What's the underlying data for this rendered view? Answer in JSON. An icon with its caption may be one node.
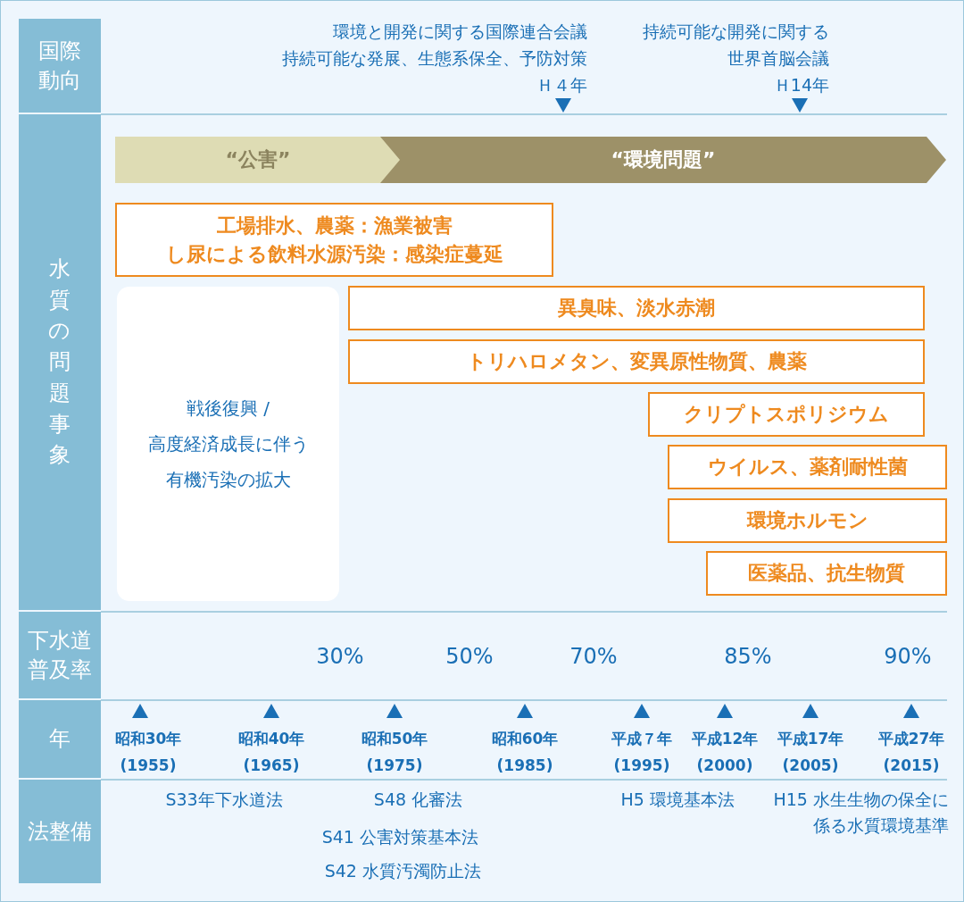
{
  "diagram": {
    "nodes": [
      {
        "text": [
          "国際動向"
        ]
      },
      {
        "text": [
          "水質の問題事象"
        ]
      },
      {
        "text": [
          "下水道普及率"
        ]
      },
      {
        "text": [
          "年"
        ]
      },
      {
        "text": [
          "法整備"
        ]
      },
      {
        "text": [
          "“公害”"
        ]
      },
      {
        "text": [
          "“環境問題”"
        ]
      },
      {
        "text": [
          "工場排水、農薬：漁業被害",
          "し尿による飲料水源汚染：感染症蔓延"
        ]
      },
      {
        "text": [
          "戦後復興 /",
          "高度経済成長に伴う",
          "有機汚染の拡大"
        ]
      },
      {
        "text": [
          "異臭味、淡水赤潮"
        ]
      },
      {
        "text": [
          "トリハロメタン、変異原性物質、農薬"
        ]
      },
      {
        "text": [
          "クリプトスポリジウム"
        ]
      },
      {
        "text": [
          "ウイルス、薬剤耐性菌"
        ]
      },
      {
        "text": [
          "環境ホルモン"
        ]
      },
      {
        "text": [
          "医薬品、抗生物質"
        ]
      }
    ],
    "labels": [
      "環境と開発に関する国際連合会議",
      "持続可能な発展、生態系保全、予防対策",
      "Ｈ４年",
      "持続可能な開発に関する",
      "世界首脳会議",
      "Ｈ14年",
      "30%",
      "50%",
      "70%",
      "85%",
      "90%",
      "昭和30年 (1955)",
      "昭和40年 (1965)",
      "昭和50年 (1975)",
      "昭和60年 (1985)",
      "平成７年 (1995)",
      "平成12年 (2000)",
      "平成17年 (2005)",
      "平成27年 (2015)",
      "S33年下水道法",
      "S48 化審法",
      "H5 環境基本法",
      "H15 水生生物の保全に係る水質環境基準",
      "S41 公害対策基本法",
      "S42 水質汚濁防止法"
    ]
  }
}
